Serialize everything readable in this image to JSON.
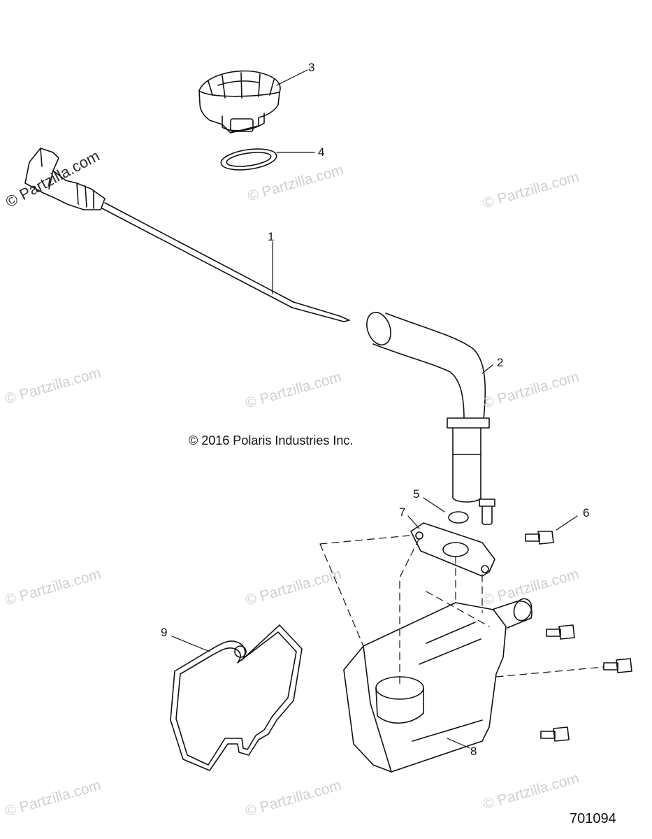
{
  "copyright": "© 2016 Polaris Industries Inc.",
  "drawing_number": "701094",
  "watermark_main": "© Partzilla.com",
  "watermark": "© Partzilla.com",
  "callouts": [
    "1",
    "2",
    "3",
    "4",
    "5",
    "6",
    "7",
    "8",
    "9"
  ]
}
